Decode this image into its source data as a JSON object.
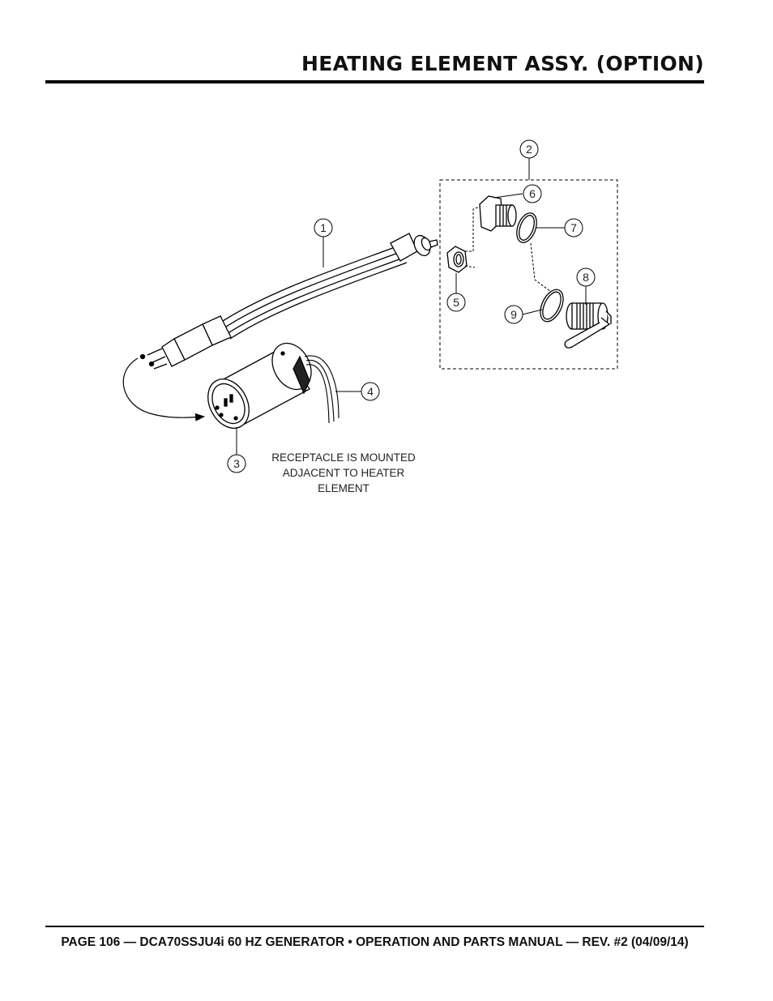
{
  "header": {
    "title": "HEATING ELEMENT ASSY. (OPTION)"
  },
  "diagram": {
    "callouts": [
      "1",
      "2",
      "3",
      "4",
      "5",
      "6",
      "7",
      "8",
      "9"
    ],
    "note": [
      "RECEPTACLE IS MOUNTED",
      "ADJACENT  TO HEATER",
      "ELEMENT"
    ]
  },
  "footer": {
    "text": "PAGE 106 — DCA70SSJU4i 60 HZ GENERATOR • OPERATION AND PARTS MANUAL — REV. #2 (04/09/14)"
  }
}
